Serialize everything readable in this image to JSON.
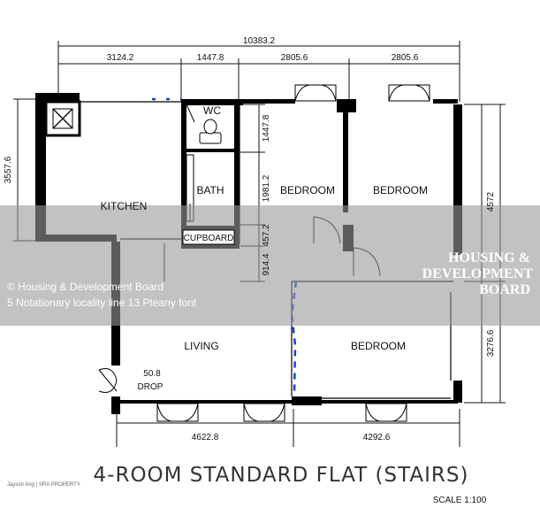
{
  "dimensions": {
    "total_width": "10383.2",
    "top": [
      "3124.2",
      "1447.8",
      "2805.6",
      "2805.6"
    ],
    "left": "3557.6",
    "wc_height": "1447.8",
    "bath_height": "1981.2",
    "cupboard_height": "457.2",
    "corridor": "914.4",
    "right_upper": "4572",
    "right_lower": "3276.6",
    "bottom": [
      "4622.8",
      "4292.6"
    ]
  },
  "rooms": {
    "wc": "WC",
    "bath": "BATH",
    "kitchen": "KITCHEN",
    "bedroom1": "BEDROOM",
    "bedroom2": "BEDROOM",
    "bedroom3": "BEDROOM",
    "cupboard": "CUPBOARD",
    "living": "LIVING",
    "drop_value": "50.8",
    "drop_label": "DROP"
  },
  "watermark": {
    "copyright": "© Housing & Development Board",
    "notice": "5  Notationary locality line 13  Pteany font",
    "logo_lines": [
      "HOUSING &",
      "DEVELOPMENT",
      "BOARD"
    ]
  },
  "title": "4-ROOM STANDARD FLAT (STAIRS)",
  "scale": "SCALE   1:100",
  "credit": "Jayson Ang | SRX PROPERTY",
  "colors": {
    "wall": "#000000",
    "band": "#9a9a9a",
    "dashed_line": "#1a3fd6"
  }
}
